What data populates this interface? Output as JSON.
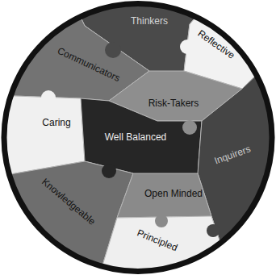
{
  "diagram": {
    "nodes": [
      {
        "text": [
          "Thinkers"
        ]
      },
      {
        "text": [
          "Communicators"
        ]
      },
      {
        "text": [
          "Reflective"
        ]
      },
      {
        "text": [
          "Risk-Takers"
        ]
      },
      {
        "text": [
          "Caring"
        ]
      },
      {
        "text": [
          "Well Balanced"
        ]
      },
      {
        "text": [
          "Inquirers"
        ]
      },
      {
        "text": [
          "Knowledgeable"
        ]
      },
      {
        "text": [
          "Open Minded"
        ]
      },
      {
        "text": [
          "Principled"
        ]
      }
    ]
  }
}
